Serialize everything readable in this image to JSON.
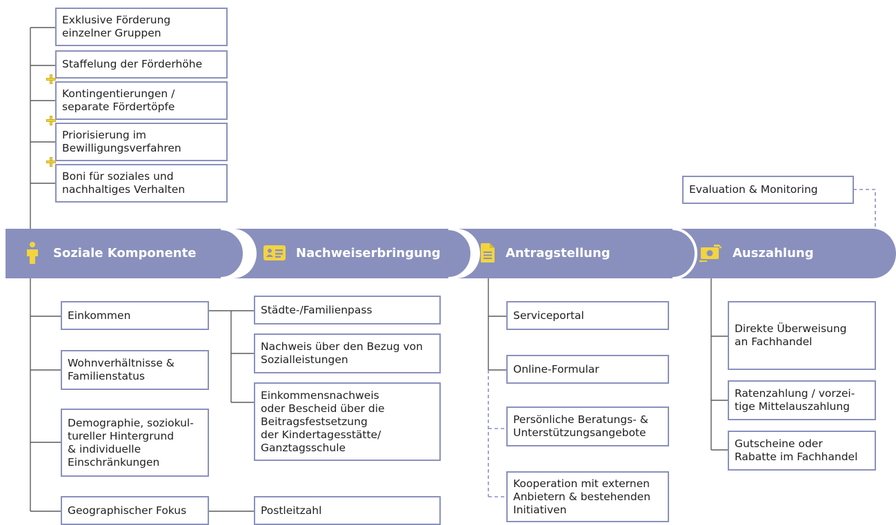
{
  "stages": {
    "soziale_komponente": "Soziale Komponente",
    "nachweiserbringung": "Nachweiserbringung",
    "antragstellung": "Antragstellung",
    "auszahlung": "Auszahlung"
  },
  "top_boxes": {
    "exklusive": "Exklusive Förderung\neinzelner Gruppen",
    "staffelung": "Staffelung der Förderhöhe",
    "kontingentierungen": "Kontingentierungen /\nseparate Fördertöpfe",
    "priorisierung": "Priorisierung im\nBewilligungsverfahren",
    "boni": "Boni für soziales und\nnachhaltiges Verhalten"
  },
  "evaluation": "Evaluation & Monitoring",
  "criteria": {
    "einkommen": "Einkommen",
    "wohnverhaeltnisse": "Wohnverhältnisse &\nFamilienstatus",
    "demographie": "Demographie, soziokul-\ntureller Hintergrund\n& individuelle\nEinschränkungen",
    "geographischer_fokus": "Geographischer Fokus"
  },
  "proofs": {
    "staedtepass": "Städte-/Familienpass",
    "sozialleistungen": "Nachweis über den Bezug von\nSozialleistungen",
    "einkommensnachweis": "Einkommensnachweis\noder Bescheid über die\nBeitragsfestsetzung\nder Kindertagesstätte/\nGanztagsschule",
    "postleitzahl": "Postleitzahl"
  },
  "application": {
    "serviceportal": "Serviceportal",
    "online_formular": "Online-Formular",
    "beratung": "Persönliche Beratungs- &\nUnterstützungsangebote",
    "kooperation": "Kooperation mit externen\nAnbietern & bestehenden\nInitiativen"
  },
  "payout": {
    "direkte_ueberweisung": "Direkte Überweisung\nan Fachhandel",
    "ratenzahlung": "Ratenzahlung / vorzei-\ntige Mittelauszahlung",
    "gutscheine": "Gutscheine oder\nRabatte im Fachhandel"
  },
  "colors": {
    "banner": "#8a90bd",
    "box_border": "#8a90bd",
    "icon_yellow": "#f2d43f"
  }
}
